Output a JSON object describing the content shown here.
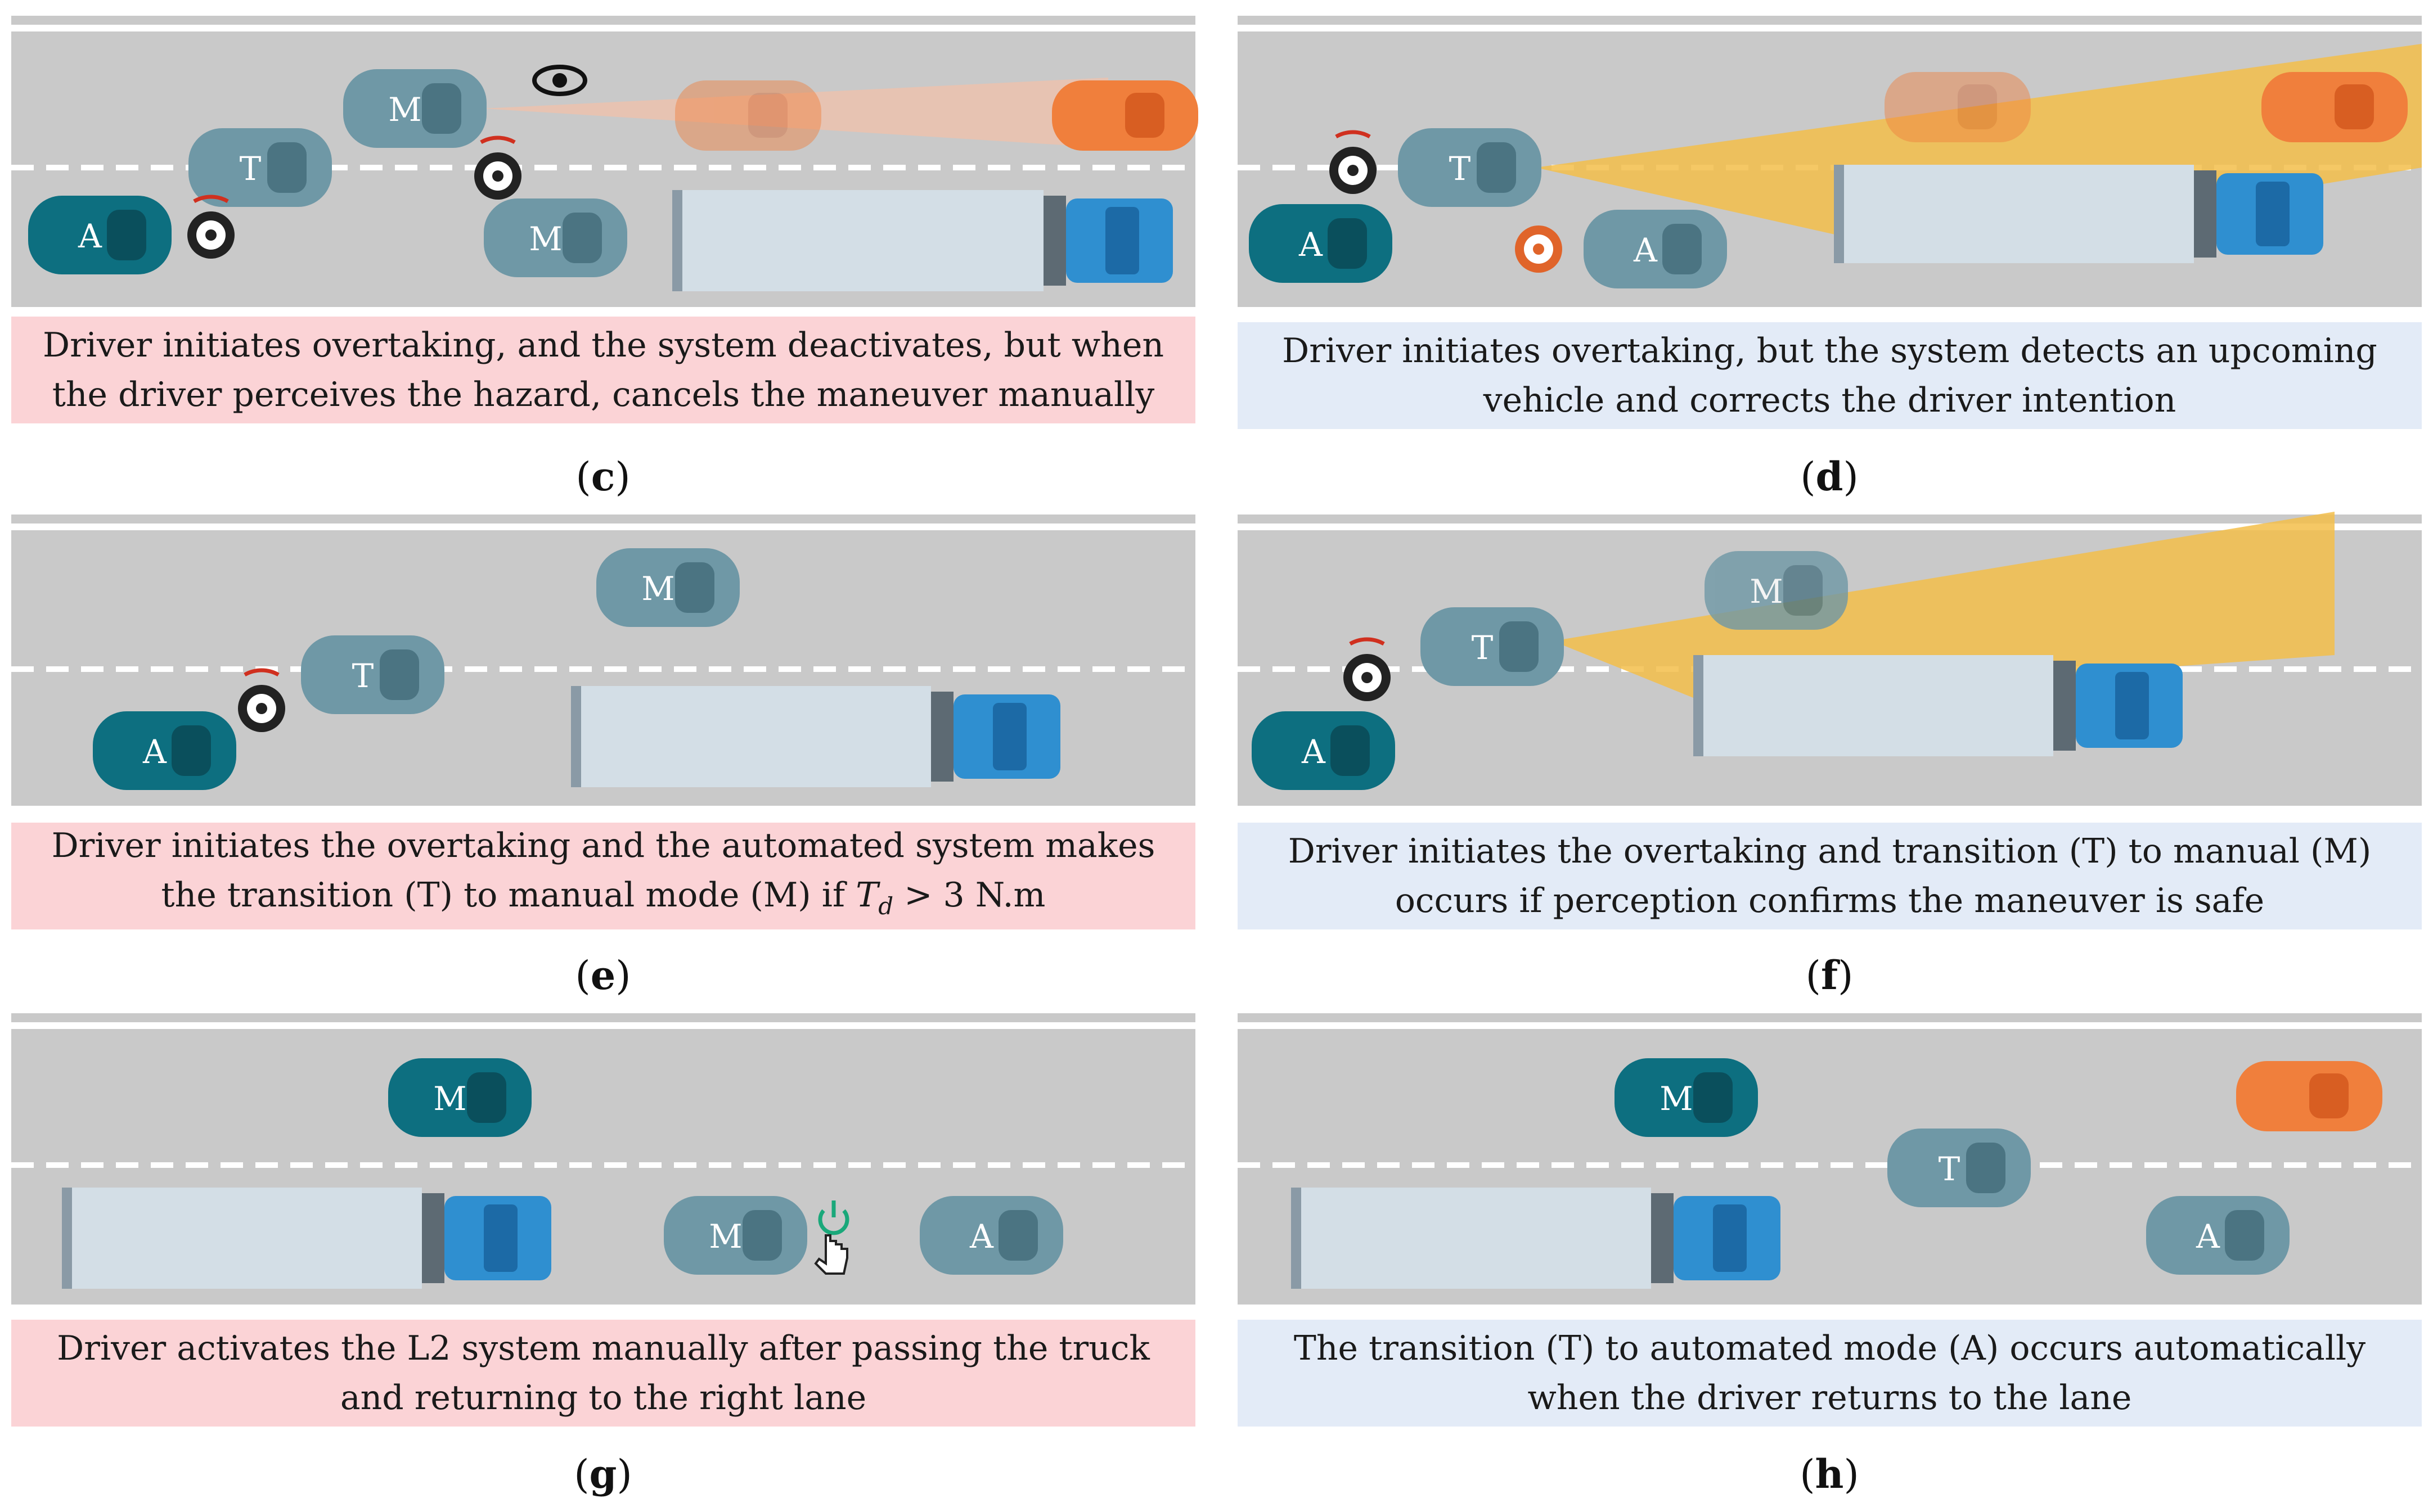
{
  "panels": [
    {
      "id": "c",
      "label": "c",
      "caption_lines": [
        "Driver initiates overtaking, and the system deactivates, but when",
        "the driver perceives the hazard, cancels the maneuver manually"
      ],
      "caption_style": "pink",
      "cars": [
        {
          "mode": "A",
          "color": "#0d6f80",
          "faded": false
        },
        {
          "mode": "T",
          "color": "#6f98a6",
          "faded": false
        },
        {
          "mode": "M",
          "color": "#6f98a6",
          "faded": false
        },
        {
          "mode": "M",
          "color": "#6f98a6",
          "faded": false
        }
      ],
      "icons": [
        "steering-wheel-icon",
        "steering-wheel-icon",
        "eye-icon"
      ],
      "cone_color": "#f4c0a8"
    },
    {
      "id": "d",
      "label": "d",
      "caption_lines": [
        "Driver initiates overtaking, but the system detects an upcoming",
        "vehicle and corrects the driver intention"
      ],
      "caption_style": "blue",
      "cars": [
        {
          "mode": "A",
          "color": "#0d6f80",
          "faded": false
        },
        {
          "mode": "T",
          "color": "#6f98a6",
          "faded": false
        },
        {
          "mode": "A",
          "color": "#6f98a6",
          "faded": false
        }
      ],
      "icons": [
        "steering-wheel-icon",
        "steering-wheel-icon"
      ],
      "cone_color": "#f3be4a"
    },
    {
      "id": "e",
      "label": "e",
      "caption_lines": [
        "Driver initiates the overtaking and the automated system makes",
        "the transition (T) to manual mode (M) if"
      ],
      "caption_formula": {
        "symbol": "T",
        "subscript": "d",
        "rest": " > 3 N.m"
      },
      "caption_style": "pink",
      "cars": [
        {
          "mode": "A",
          "color": "#0d6f80",
          "faded": false
        },
        {
          "mode": "T",
          "color": "#6f98a6",
          "faded": false
        },
        {
          "mode": "M",
          "color": "#6f98a6",
          "faded": false
        }
      ],
      "icons": [
        "steering-wheel-icon"
      ]
    },
    {
      "id": "f",
      "label": "f",
      "caption_lines": [
        "Driver initiates the overtaking and transition (T) to manual (M)",
        "occurs if perception confirms the maneuver is safe"
      ],
      "caption_style": "blue",
      "cars": [
        {
          "mode": "A",
          "color": "#0d6f80",
          "faded": false
        },
        {
          "mode": "T",
          "color": "#6f98a6",
          "faded": false
        },
        {
          "mode": "M",
          "color": "#6f98a6",
          "faded": false
        }
      ],
      "icons": [
        "steering-wheel-icon"
      ],
      "cone_color": "#f3be4a"
    },
    {
      "id": "g",
      "label": "g",
      "caption_lines": [
        "Driver activates the L2 system manually after passing the truck",
        "and returning to the right lane"
      ],
      "caption_style": "pink",
      "cars": [
        {
          "mode": "M",
          "color": "#0d6f80",
          "faded": false
        },
        {
          "mode": "M",
          "color": "#6f98a6",
          "faded": false
        },
        {
          "mode": "A",
          "color": "#6f98a6",
          "faded": false
        }
      ],
      "icons": [
        "power-button-icon",
        "hand-pointer-icon"
      ]
    },
    {
      "id": "h",
      "label": "h",
      "caption_lines": [
        "The transition (T) to automated mode (A) occurs automatically",
        "when the driver returns to the lane"
      ],
      "caption_style": "blue",
      "cars": [
        {
          "mode": "M",
          "color": "#0d6f80",
          "faded": false
        },
        {
          "mode": "T",
          "color": "#6f98a6",
          "faded": false
        },
        {
          "mode": "A",
          "color": "#6f98a6",
          "faded": false
        }
      ]
    }
  ],
  "colors": {
    "road": "#c9c9c9",
    "lane_marking": "#ffffff",
    "caption_pink": "#fbd3d6",
    "caption_blue": "#e3ebf7",
    "car_teal_dark": "#0d6f80",
    "car_teal_light": "#6f98a6",
    "car_orange": "#f07f3c",
    "truck_cab": "#2f8fd0",
    "truck_trailer": "#d3dee6",
    "steering_wheel": "#222222",
    "steering_wheel_warning": "#e0642a",
    "arrow_red": "#d0301f",
    "power_green": "#1aa87a"
  }
}
